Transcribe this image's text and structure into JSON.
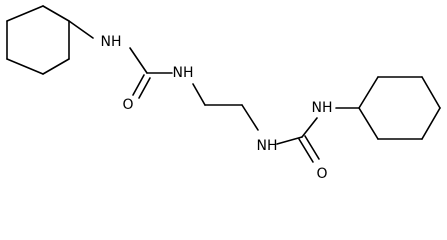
{
  "molecule": {
    "atoms": {
      "nh_1": "NH",
      "o_1": "O",
      "nh_2": "NH",
      "nh_3": "NH",
      "o_2": "O",
      "nh_4": "NH"
    },
    "colors": {
      "bond": "#000000",
      "label": "#000000",
      "background": "#ffffff"
    }
  }
}
